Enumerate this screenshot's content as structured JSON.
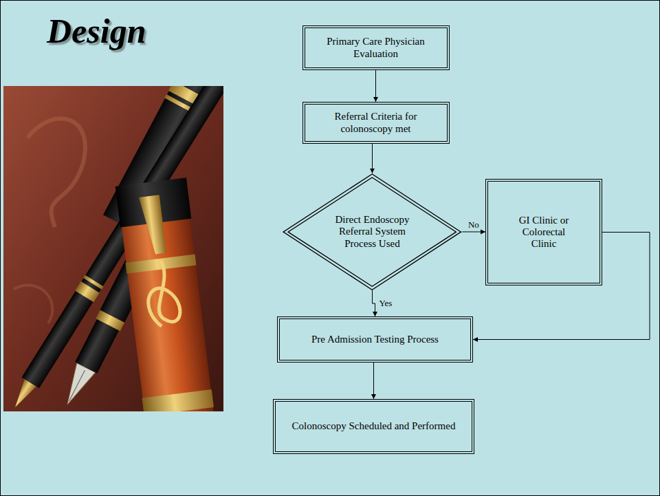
{
  "diagram": {
    "title": "Design",
    "nodes": [
      {
        "text": [
          "Primary Care Physician Evaluation"
        ]
      },
      {
        "text": [
          "Referral Criteria for colonoscopy met"
        ]
      },
      {
        "text": [
          "Direct Endoscopy Referral System Process Used"
        ]
      },
      {
        "text": [
          "GI Clinic or Colorectal Clinic"
        ]
      },
      {
        "text": [
          "Pre Admission Testing Process"
        ]
      },
      {
        "text": [
          "Colonoscopy Scheduled and Performed"
        ]
      }
    ],
    "edges": [
      {
        "from": 0,
        "to": 1,
        "arrow": "to"
      },
      {
        "from": 1,
        "to": 2,
        "arrow": "to"
      },
      {
        "from": 2,
        "to": 3,
        "label": "No",
        "arrow": "to"
      },
      {
        "from": 2,
        "to": 4,
        "label": "Yes",
        "arrow": "to"
      },
      {
        "from": 3,
        "to": 4,
        "arrow": "to"
      },
      {
        "from": 4,
        "to": 5,
        "arrow": "to"
      }
    ]
  }
}
